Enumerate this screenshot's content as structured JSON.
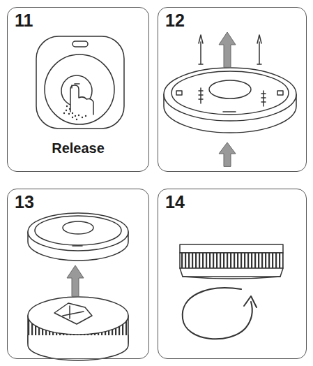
{
  "diagram": {
    "nodes": [
      {
        "text": [
          "11",
          "Release"
        ]
      },
      {
        "text": [
          "12"
        ]
      },
      {
        "text": [
          "13"
        ]
      },
      {
        "text": [
          "14"
        ]
      }
    ]
  }
}
